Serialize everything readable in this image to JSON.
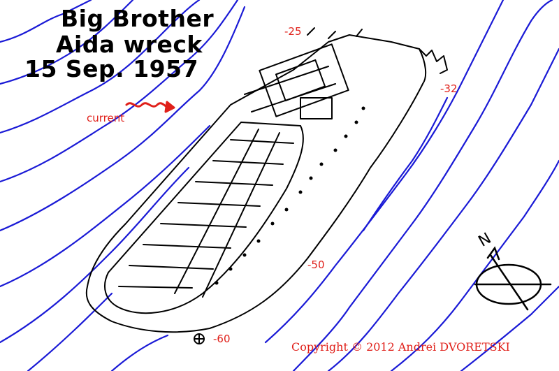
{
  "title": {
    "line1": "Big Brother",
    "line2": "Aida wreck",
    "line3": "15 Sep. 1957"
  },
  "current_label": "current",
  "depths": {
    "bow": "-25",
    "stern": "-60",
    "mid_upper": "-32",
    "mid_lower": "-50"
  },
  "compass_label": "N",
  "copyright": "Copyright © 2012 Andrei  DVORETSKI",
  "colors": {
    "contour": "#1a1ad6",
    "annotation": "#e0201a",
    "ink": "#000000"
  },
  "icons": {
    "current": "wavy-arrow-icon",
    "compass": "north-compass-icon"
  }
}
